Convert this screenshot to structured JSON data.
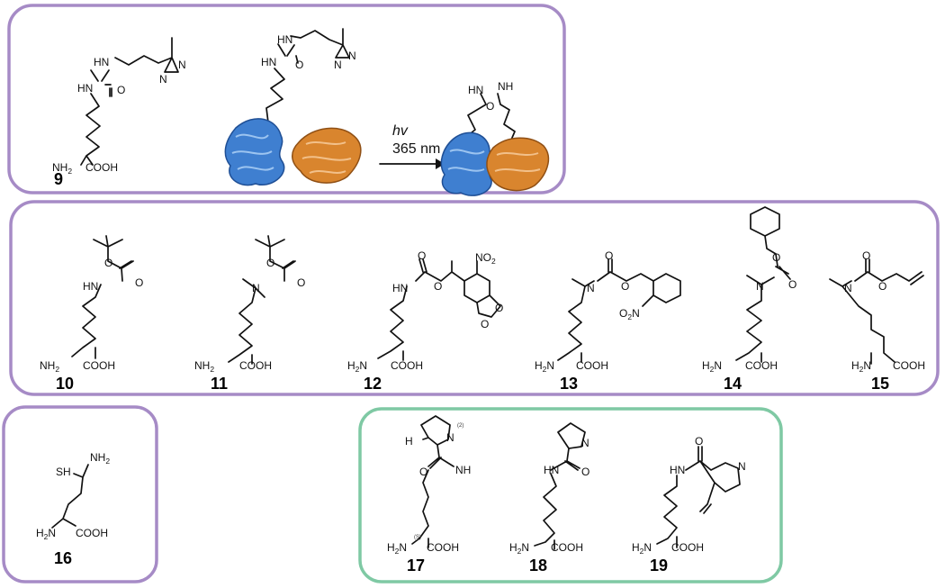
{
  "colors": {
    "panel_purple": "#a68bc6",
    "panel_green": "#7fc9a4",
    "protein_blue": "#2f6fc0",
    "protein_orange": "#d9852e"
  },
  "panels": [
    {
      "name": "photocrosslinker-panel",
      "compounds": [
        "9"
      ]
    },
    {
      "name": "protected-lysine-panel",
      "compounds": [
        "10",
        "11",
        "12",
        "13",
        "14",
        "15"
      ]
    },
    {
      "name": "thiol-lysine-panel",
      "compounds": [
        "16"
      ]
    },
    {
      "name": "pyrroline-carboxy-lysine-panel",
      "compounds": [
        "17",
        "18",
        "19"
      ]
    }
  ],
  "reaction": {
    "light": "hv",
    "wavelength": "365 nm"
  },
  "labels": {
    "c9": "9",
    "c10": "10",
    "c11": "11",
    "c12": "12",
    "c13": "13",
    "c14": "14",
    "c15": "15",
    "c16": "16",
    "c17": "17",
    "c18": "18",
    "c19": "19"
  },
  "atoms": {
    "nh2": "NH",
    "h2n": "H N",
    "cooh": "COOH",
    "hn": "HN",
    "nh": "NH",
    "n": "N",
    "o": "O",
    "no2": "NO",
    "o2n": "O N",
    "sh": "SH",
    "h": "H",
    "two": "2",
    "s": "(S)",
    "two_paren": "(2)"
  }
}
